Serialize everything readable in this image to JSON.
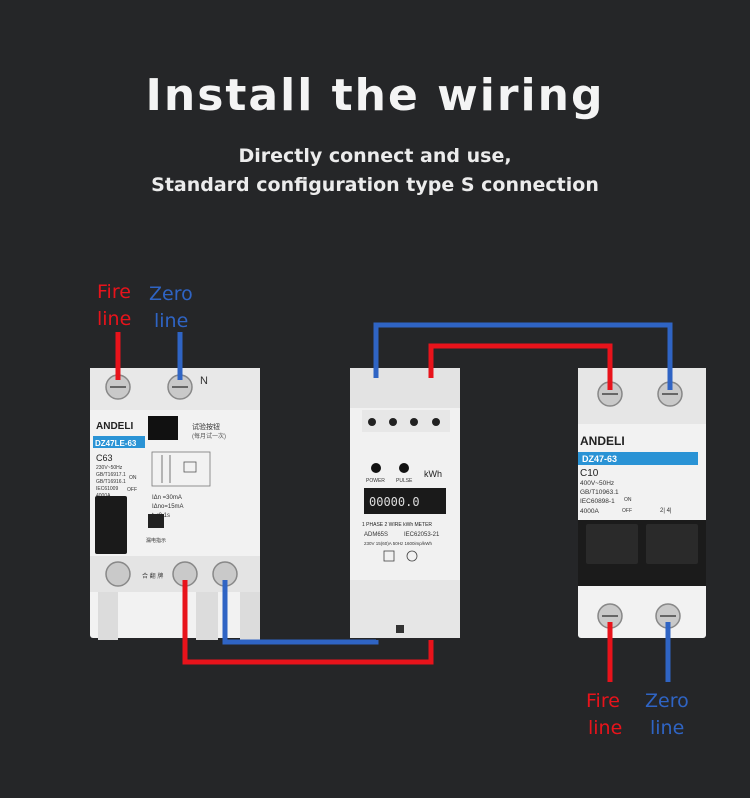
{
  "title": "Install the wiring",
  "subtitle_line1": "Directly connect and use,",
  "subtitle_line2": "Standard configuration type S connection",
  "labels": {
    "fire_word": "Fire",
    "zero_word": "Zero",
    "line_word": "line"
  },
  "colors": {
    "background": "#252628",
    "fire": "#e8131b",
    "zero": "#2f64c4"
  },
  "rcbo": {
    "brand": "ANDELI",
    "model": "DZ47LE-63",
    "rating": "C63",
    "spec1": "230V~50Hz",
    "spec2": "GB/T16917.1",
    "spec3": "GB/T16916.1",
    "spec4": "IEC61009",
    "spec5": "4000A",
    "terminal_n": "N",
    "test_button": "试验按钮",
    "test_note": "(每月试一次)",
    "idn": "IΔn =30mA",
    "idno": "IΔno=15mA",
    "t": "t ≤0.1s",
    "leak_indicator": "漏电指示",
    "on": "ON",
    "off": "OFF",
    "side_text": "合 翻 牌"
  },
  "meter": {
    "power": "POWER",
    "pulse": "PULSE",
    "unit": "kWh",
    "reading": "00000.0",
    "desc": "1 PHASE 2 WIRE kWh METER",
    "model": "ADM65S",
    "standard": "IEC62053-21",
    "rating": "230V  15(60)A  50Hz 1600imp/kWh"
  },
  "mcb": {
    "brand": "ANDELI",
    "model": "DZ47-63",
    "rating": "C10",
    "spec1": "400V~50Hz",
    "spec2": "GB/T10963.1",
    "spec3": "IEC60898-1",
    "spec4": "4000A",
    "on": "ON",
    "off": "OFF",
    "terminals": "2|   4|"
  }
}
